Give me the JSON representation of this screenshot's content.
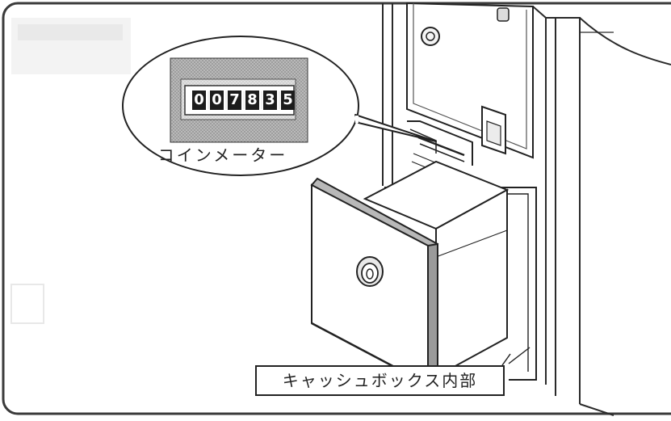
{
  "coin_meter": {
    "digits": [
      "0",
      "0",
      "7",
      "8",
      "3",
      "5"
    ],
    "label": "コインメーター"
  },
  "cash_box": {
    "label": "キャッシュボックス内部"
  }
}
